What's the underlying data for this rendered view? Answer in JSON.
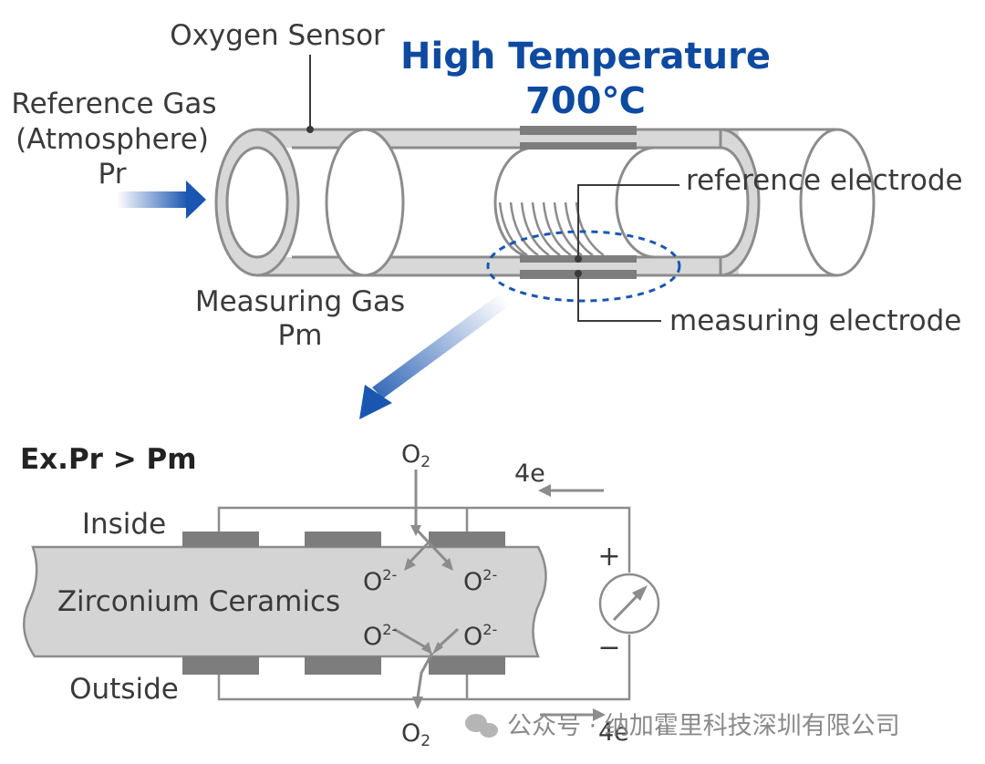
{
  "sensor": {
    "title_line1": "High Temperature",
    "title_line2": "700℃",
    "sensor_label": "Oxygen Sensor",
    "ref_gas_line1": "Reference Gas",
    "ref_gas_line2": "(Atmosphere)",
    "ref_gas_line3": "Pr",
    "meas_gas_line1": "Measuring Gas",
    "meas_gas_line2": "Pm",
    "ref_electrode": "reference electrode",
    "meas_electrode": "measuring electrode"
  },
  "cell": {
    "condition": "Ex.Pr > Pm",
    "inside": "Inside",
    "outside": "Outside",
    "material": "Zirconium Ceramics",
    "o2_base": "O",
    "o2_sub": "2",
    "ion_base": "O",
    "ion_sup": "2-",
    "electrons": "4e",
    "plus": "+",
    "minus": "−"
  },
  "watermark": {
    "text": "公众号 · 纳加霍里科技深圳有限公司"
  },
  "colors": {
    "title_blue": "#0d4aa0",
    "arrow_blue": "#1a56b0",
    "tube_stroke": "#8c8c8c",
    "electrode": "#7d7d7d",
    "ceramic_fill": "#d4d4d4",
    "text": "#3a3a3a"
  }
}
